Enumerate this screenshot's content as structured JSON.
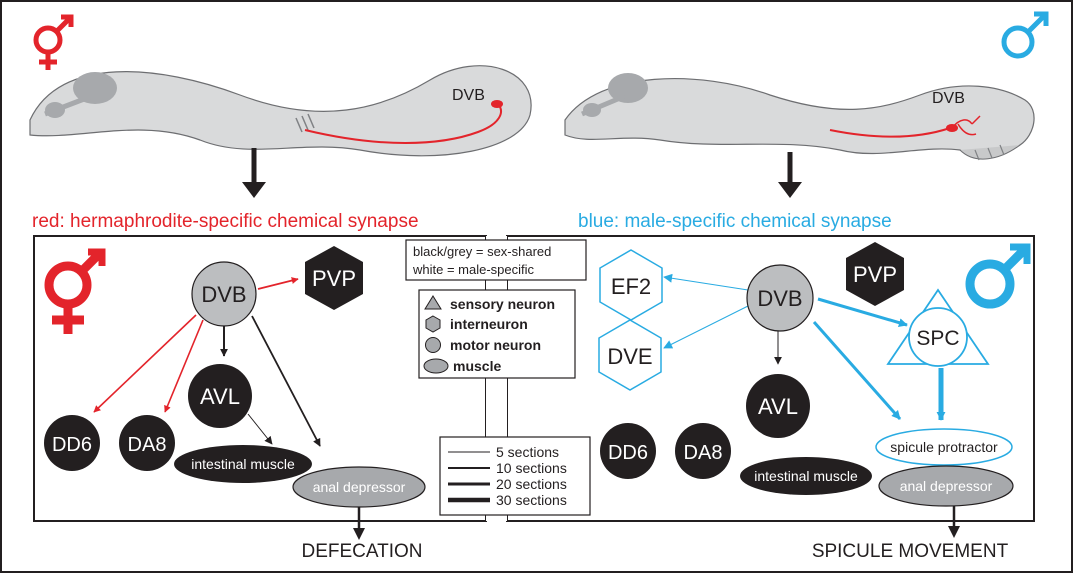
{
  "colors": {
    "herm": "#e3242b",
    "male": "#29abe2",
    "black": "#231f20",
    "grey": "#bcbec0",
    "worm": "#d9dadb"
  },
  "left_panel": {
    "symbol": "hermaphrodite-symbol",
    "worm_label": "DVB",
    "caption": "red: hermaphrodite-specific chemical synapse",
    "outcome": "DEFECATION",
    "nodes": {
      "dvb": "DVB",
      "pvp": "PVP",
      "avl": "AVL",
      "dd6": "DD6",
      "da8": "DA8",
      "intestinal_muscle": "intestinal muscle",
      "anal_depressor": "anal depressor"
    }
  },
  "right_panel": {
    "symbol": "male-symbol",
    "worm_label": "DVB",
    "caption": "blue: male-specific chemical synapse",
    "outcome": "SPICULE MOVEMENT",
    "nodes": {
      "dvb": "DVB",
      "pvp": "PVP",
      "avl": "AVL",
      "dd6": "DD6",
      "da8": "DA8",
      "ef2": "EF2",
      "dve": "DVE",
      "spc": "SPC",
      "spicule_protractor": "spicule protractor",
      "intestinal_muscle": "intestinal muscle",
      "anal_depressor": "anal depressor"
    }
  },
  "legend_color": {
    "line1": "black/grey = sex-shared",
    "line2": "white = male-specific"
  },
  "legend_shapes": [
    {
      "label": "sensory neuron",
      "icon": "triangle-icon"
    },
    {
      "label": "interneuron",
      "icon": "hexagon-icon"
    },
    {
      "label": "motor neuron",
      "icon": "circle-icon"
    },
    {
      "label": "muscle",
      "icon": "ellipse-icon"
    }
  ],
  "legend_lines": [
    {
      "label": "5 sections",
      "weight": 1
    },
    {
      "label": "10 sections",
      "weight": 2
    },
    {
      "label": "20 sections",
      "weight": 3
    },
    {
      "label": "30 sections",
      "weight": 4
    }
  ]
}
